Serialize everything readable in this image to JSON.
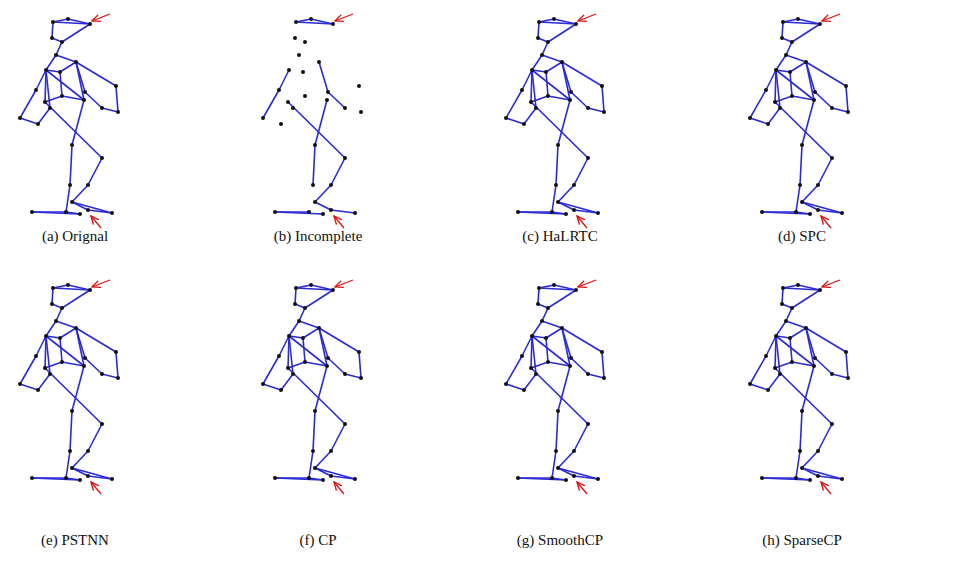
{
  "diagram": {
    "labels": [
      "(a) Orignal",
      "(b) Incomplete",
      "(c) HaLRTC",
      "(d) SPC",
      "(e) PSTNN",
      "(f) CP",
      "(g) SmoothCP",
      "(h) SparseCP"
    ]
  }
}
